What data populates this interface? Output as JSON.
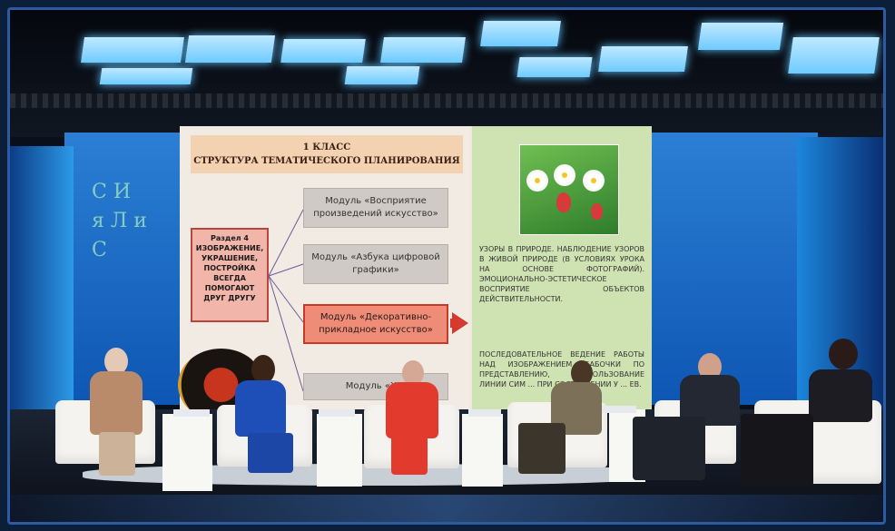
{
  "slide": {
    "header": {
      "line1": "1 КЛАСС",
      "line2": "СТРУКТУРА   ТЕМАТИЧЕСКОГО   ПЛАНИРОВАНИЯ"
    },
    "section": "Раздел 4 ИЗОБРАЖЕНИЕ, УКРАШЕНИЕ, ПОСТРОЙКА ВСЕГДА ПОМОГАЮТ ДРУГ ДРУГУ",
    "modules": [
      "Модуль «Восприятие произведений искусство»",
      "Модуль «Азбука цифровой графики»",
      "Модуль «Декоративно-прикладное искусство»",
      "Модуль «Жи"
    ],
    "right_text_1": "Узоры в природе. Наблюдение узоров в живой природе (в условиях урока на основе фотографий). Эмоционально-эстетическое восприятие объектов действительности.",
    "right_text_2": "Последовательное ведение работы над изображением бабочки по представлению, использование линии сим ... при составлении у ... ев."
  },
  "colors": {
    "backdrop": "#1d6fd0",
    "slide_header": "#f3d2b1",
    "active_module": "#ee8c78",
    "right_panel": "#cfe3b2"
  }
}
